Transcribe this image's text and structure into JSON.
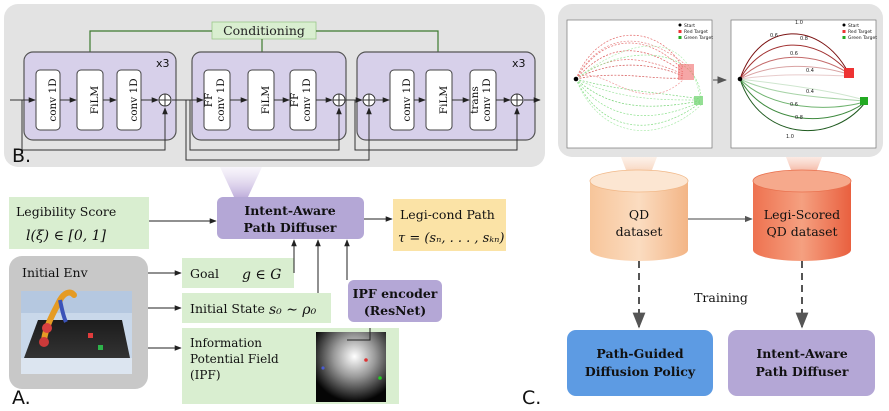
{
  "panel_b": {
    "letter": "B.",
    "conditioning_label": "Conditioning",
    "repeat_label_1": "x3",
    "repeat_label_3": "x3",
    "block1": [
      "conv 1D",
      "FiLM",
      "conv 1D"
    ],
    "block2": [
      "FF\nconv 1D",
      "FiLM",
      "FF\nconv 1D"
    ],
    "block3": [
      "conv 1D",
      "FiLM",
      "trans\nconv 1D"
    ]
  },
  "panel_a": {
    "letter": "A.",
    "legibility_title": "Legibility Score",
    "legibility_formula": "l(ξ) ∈ [0, 1]",
    "diffuser_line1": "Intent-Aware",
    "diffuser_line2": "Path Diffuser",
    "output_title": "Legi-cond Path",
    "output_formula": "τ = (sₙ, . . . , sₖₙ)",
    "initial_env": "Initial Env",
    "goal_label": "Goal",
    "goal_formula": "g ∈ G",
    "state_label": "Initial State",
    "state_formula": "s₀ ∼ ρ₀",
    "ipf_line1": "Information",
    "ipf_line2": "Potential Field",
    "ipf_line3": "(IPF)",
    "encoder_line1": "IPF encoder",
    "encoder_line2": "(ResNet)"
  },
  "panel_c": {
    "letter": "C.",
    "legend1": [
      "Start",
      "Red Target",
      "Green Target"
    ],
    "legend2": [
      "Start",
      "Red Target",
      "Green Target"
    ],
    "contour_labels": [
      "1.0",
      "0.6",
      "0.8",
      "0.6",
      "0.4",
      "0.4",
      "0.6",
      "0.8",
      "1.0"
    ],
    "db1_line1": "QD",
    "db1_line2": "dataset",
    "db2_line1": "Legi-Scored",
    "db2_line2": "QD dataset",
    "training_label": "Training",
    "out1_line1": "Path-Guided",
    "out1_line2": "Diffusion Policy",
    "out2_line1": "Intent-Aware",
    "out2_line2": "Path Diffuser"
  }
}
